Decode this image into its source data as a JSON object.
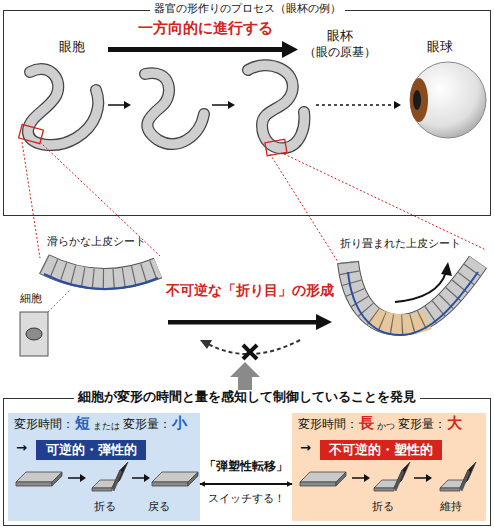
{
  "diagram": {
    "nodes": [
      {
        "text": [
          "器官の形作りのプロセス（眼杯の例）"
        ]
      },
      {
        "text": [
          "細胞が変形の時間と量を感知して制御していることを発見"
        ]
      },
      {
        "text": [
          "変形時間：",
          "短",
          "または",
          "変形量：",
          "小",
          "→",
          "折る",
          "戻る"
        ],
        "in": 1
      },
      {
        "text": [
          "可逆的・弾性的"
        ],
        "in": 2
      },
      {
        "text": [
          "変形時間：",
          "長",
          "かつ",
          "変形量：",
          "大",
          "→",
          "折る",
          "維持"
        ],
        "in": 1
      },
      {
        "text": [
          "不可逆的・塑性的"
        ],
        "in": 4
      }
    ],
    "edges": [
      {
        "from": 2,
        "to": 4,
        "arrow": "both",
        "label": "「弾塑性転移」"
      }
    ],
    "labels": [
      "一方向的に進行する",
      "眼胞",
      "眼杯",
      "（眼の原基）",
      "眼球",
      "滑らかな上皮シート",
      "折り畳まれた上皮シート",
      "細胞",
      "不可逆な「折り目」の形成",
      "スイッチする！"
    ]
  }
}
